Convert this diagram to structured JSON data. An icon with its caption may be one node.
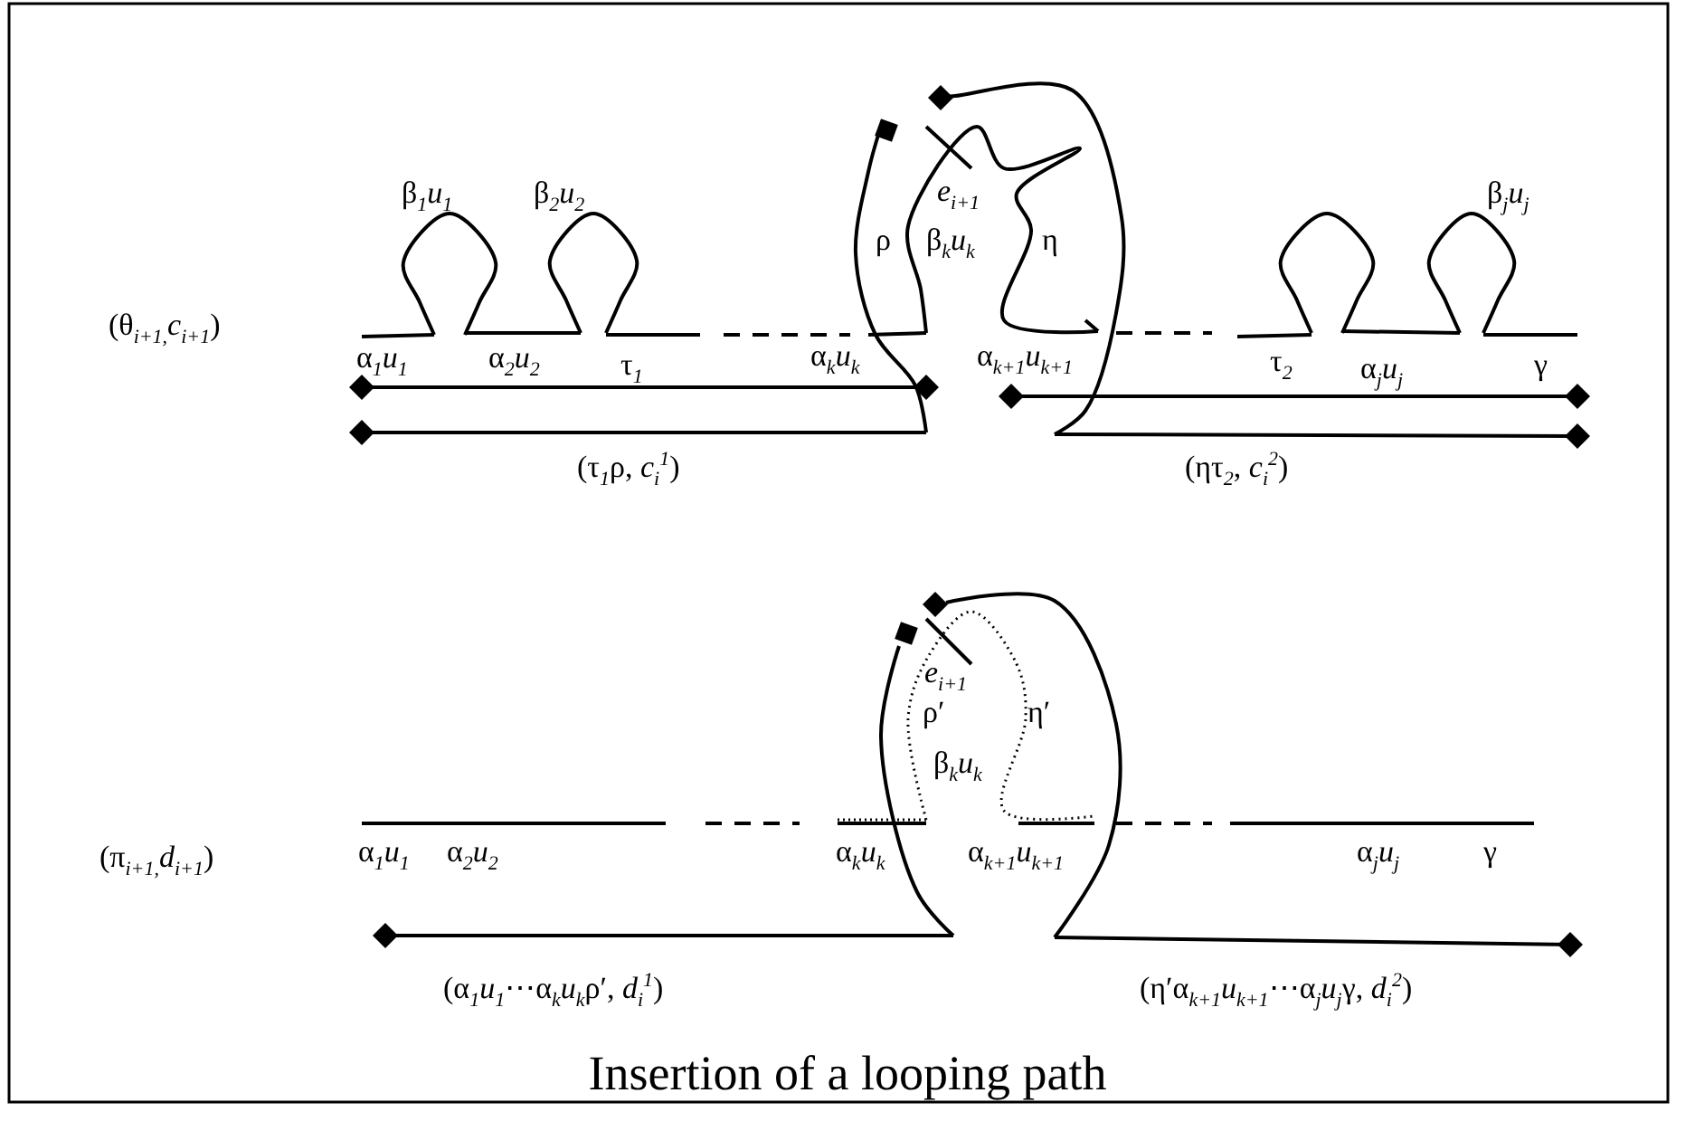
{
  "diagram": {
    "caption": "Insertion of a looping path",
    "labels": [
      "β$_{1}$*u*$_{1}$",
      "β$_{2}$*u*$_{2}$",
      "*e*$_{i+1}$",
      "ρ",
      "β$_{k}$*u*$_{k}$",
      "η",
      "β$_{j}$*u*$_{j}$",
      "(θ$_{i+1,}$*c*$_{i+1}$)",
      "α$_{1}$*u*$_{1}$",
      "α$_{2}$*u*$_{2}$",
      "τ$_{1}$",
      "α$_{k}$*u*$_{k}$",
      "α$_{k+1}$*u*$_{k+1}$",
      "τ$_{2}$",
      "α$_{j}$*u*$_{j}$",
      "γ",
      "(τ$_{1}$ρ, *c*$_{i}$$^{1}$)",
      "(ητ$_{2}$, *c*$_{i}$$^{2}$)",
      "*e*$_{i+1}$",
      "ρ′",
      "η′",
      "β$_{k}$*u*$_{k}$",
      "(π$_{i+1,}$*d*$_{i+1}$)",
      "α$_{1}$*u*$_{1}$",
      "α$_{2}$*u*$_{2}$",
      "α$_{k}$*u*$_{k}$",
      "α$_{k+1}$*u*$_{k+1}$",
      "α$_{j}$*u*$_{j}$",
      "γ",
      "(α$_{1}$*u*$_{1}$⋯α$_{k}$*u*$_{k}$ρ′, *d*$_{i}$$^{1}$)",
      "(η′α$_{k+1}$*u*$_{k+1}$⋯α$_{j}$*u*$_{j}$γ, *d*$_{i}$$^{2}$)"
    ]
  }
}
